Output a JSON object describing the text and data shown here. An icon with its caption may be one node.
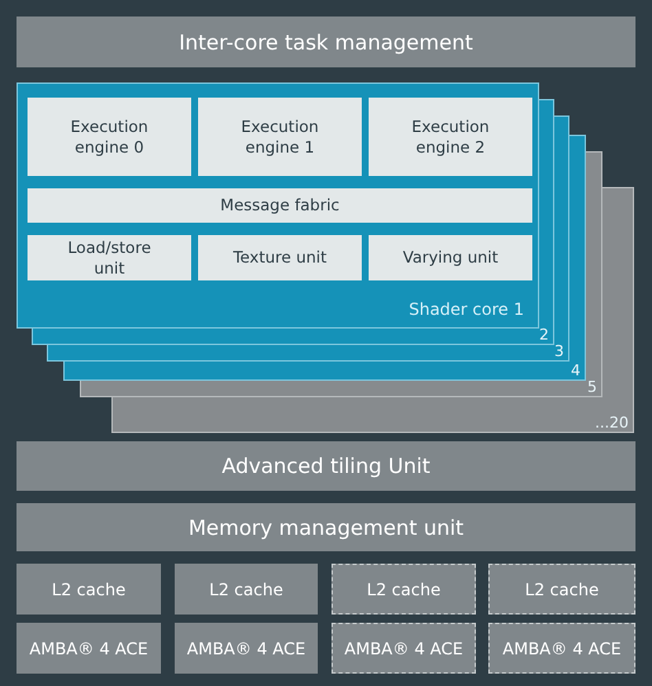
{
  "diagram": {
    "nodes": [
      {
        "text": [
          "Inter-core task management"
        ]
      },
      {
        "text": [
          "Shader core 1"
        ]
      },
      {
        "text": [
          "Execution engine 0"
        ],
        "in": 1
      },
      {
        "text": [
          "Execution engine 1"
        ],
        "in": 1
      },
      {
        "text": [
          "Execution engine 2"
        ],
        "in": 1
      },
      {
        "text": [
          "Message fabric"
        ],
        "in": 1
      },
      {
        "text": [
          "Load/store unit"
        ],
        "in": 1
      },
      {
        "text": [
          "Texture unit"
        ],
        "in": 1
      },
      {
        "text": [
          "Varying unit"
        ],
        "in": 1
      },
      {
        "text": [
          "2"
        ]
      },
      {
        "text": [
          "3"
        ]
      },
      {
        "text": [
          "4"
        ]
      },
      {
        "text": [
          "5"
        ]
      },
      {
        "text": [
          "...20"
        ]
      },
      {
        "text": [
          "Advanced tiling Unit"
        ]
      },
      {
        "text": [
          "Memory management unit"
        ]
      },
      {
        "text": [
          "L2 cache"
        ]
      },
      {
        "text": [
          "L2 cache"
        ]
      },
      {
        "text": [
          "L2 cache"
        ]
      },
      {
        "text": [
          "L2 cache"
        ]
      },
      {
        "text": [
          "AMBA® 4 ACE"
        ]
      },
      {
        "text": [
          "AMBA® 4 ACE"
        ]
      },
      {
        "text": [
          "AMBA® 4 ACE"
        ]
      },
      {
        "text": [
          "AMBA® 4 ACE"
        ]
      }
    ]
  }
}
